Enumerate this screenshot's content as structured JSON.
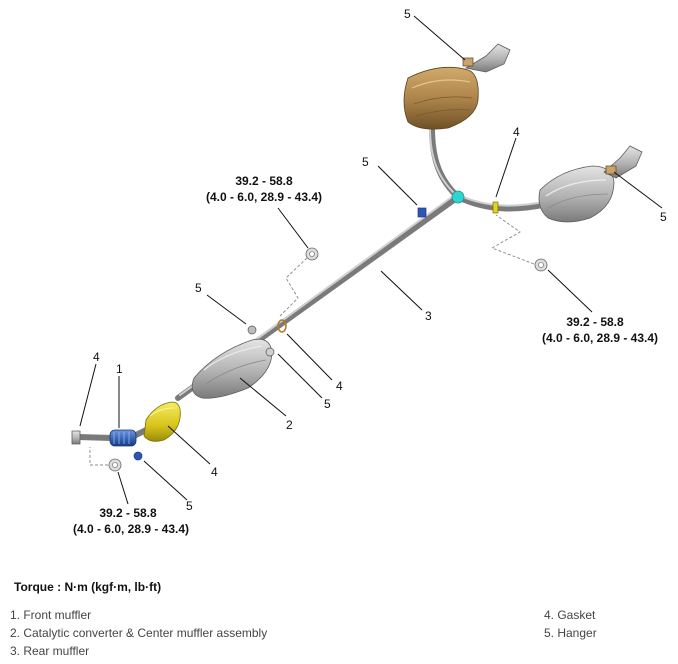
{
  "callouts": {
    "top_hanger": "5",
    "right_gasket": "4",
    "right_hanger": "5",
    "center_hanger": "5",
    "rear_muffler": "3",
    "mid_hanger": "5",
    "mid_gasket": "4",
    "mid_hanger_lower": "5",
    "center_muffler": "2",
    "front_gasket_left": "4",
    "front_muffler": "1",
    "front_gasket_right": "4",
    "front_hanger": "5"
  },
  "torque_labels": {
    "upper_left": {
      "line1": "39.2 - 58.8",
      "line2": "(4.0 - 6.0, 28.9 - 43.4)"
    },
    "right": {
      "line1": "39.2 - 58.8",
      "line2": "(4.0 - 6.0, 28.9 - 43.4)"
    },
    "lower_left": {
      "line1": "39.2 - 58.8",
      "line2": "(4.0 - 6.0, 28.9 - 43.4)"
    }
  },
  "legend": {
    "title": "Torque : N·m (kgf·m, lb·ft)",
    "items": [
      "1.  Front muffler",
      "2.  Catalytic converter & Center muffler assembly",
      "3. Rear muffler",
      "4. Gasket",
      "5. Hanger"
    ]
  },
  "colors": {
    "rear_muffler_left": "#b08a52",
    "rear_muffler_right": "#b8b8b8",
    "center_muffler": "#b5b5b5",
    "catalytic_converter": "#e4d21c",
    "front_flex_pipe": "#2f5fb3",
    "hanger_blue": "#2d54b8",
    "junction_cyan": "#2fd3cf"
  }
}
